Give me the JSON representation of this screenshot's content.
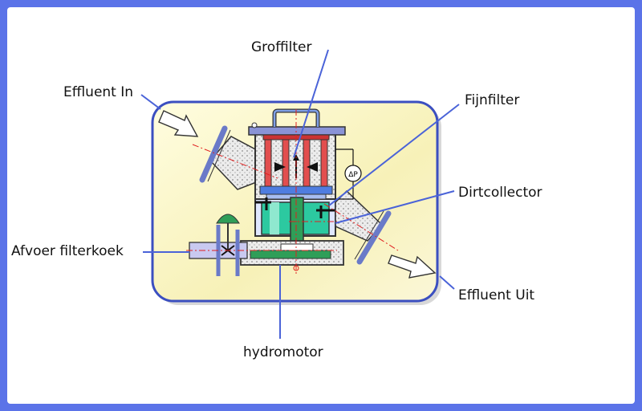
{
  "labels": {
    "groffilter": "Groffilter",
    "effluent_in": "Effluent In",
    "fijnfilter": "Fijnfilter",
    "dirtcollector": "Dirtcollector",
    "afvoer_filterkoek": "Afvoer filterkoek",
    "effluent_uit": "Effluent Uit",
    "hydromotor": "hydromotor",
    "delta_p": "ΔP"
  },
  "colors": {
    "background_border": "#5b73e8",
    "panel_fill": "#fbf6c8",
    "panel_border": "#3b4fc0",
    "leader_line": "#4a63d8",
    "center_line": "#e02020",
    "housing_fill": "#e8e8e8",
    "housing_dots": "#9a9a9a",
    "flange": "#7080c8",
    "filter_element": "#e24e4e",
    "rotor": "#2cc9a0",
    "top_plate": "#8a93d6",
    "fine_filter_band": "#4f7de0"
  }
}
